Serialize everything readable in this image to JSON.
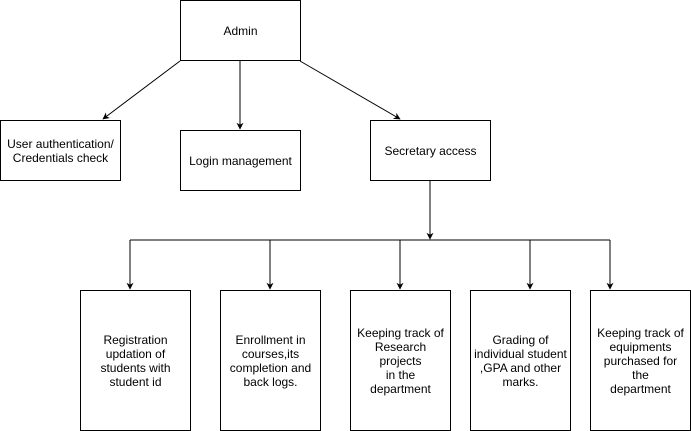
{
  "diagram": {
    "root": {
      "label": "Admin"
    },
    "level1": [
      {
        "label": "User authentication/\nCredentials check"
      },
      {
        "label": "Login management"
      },
      {
        "label": "Secretary access"
      }
    ],
    "secretary_children": [
      {
        "label": "Registration\nupdation of\nstudents with\nstudent id"
      },
      {
        "label": "Enrollment in\ncourses,its\ncompletion and\nback logs."
      },
      {
        "label": "Keeping track of\nResearch projects\nin the department"
      },
      {
        "label": "Grading of\nindividual student\n,GPA  and other\nmarks."
      },
      {
        "label": "Keeping track of\nequipments\npurchased for the\ndepartment"
      }
    ],
    "colors": {
      "stroke": "#000000",
      "fill": "#ffffff",
      "text": "#000000"
    }
  }
}
